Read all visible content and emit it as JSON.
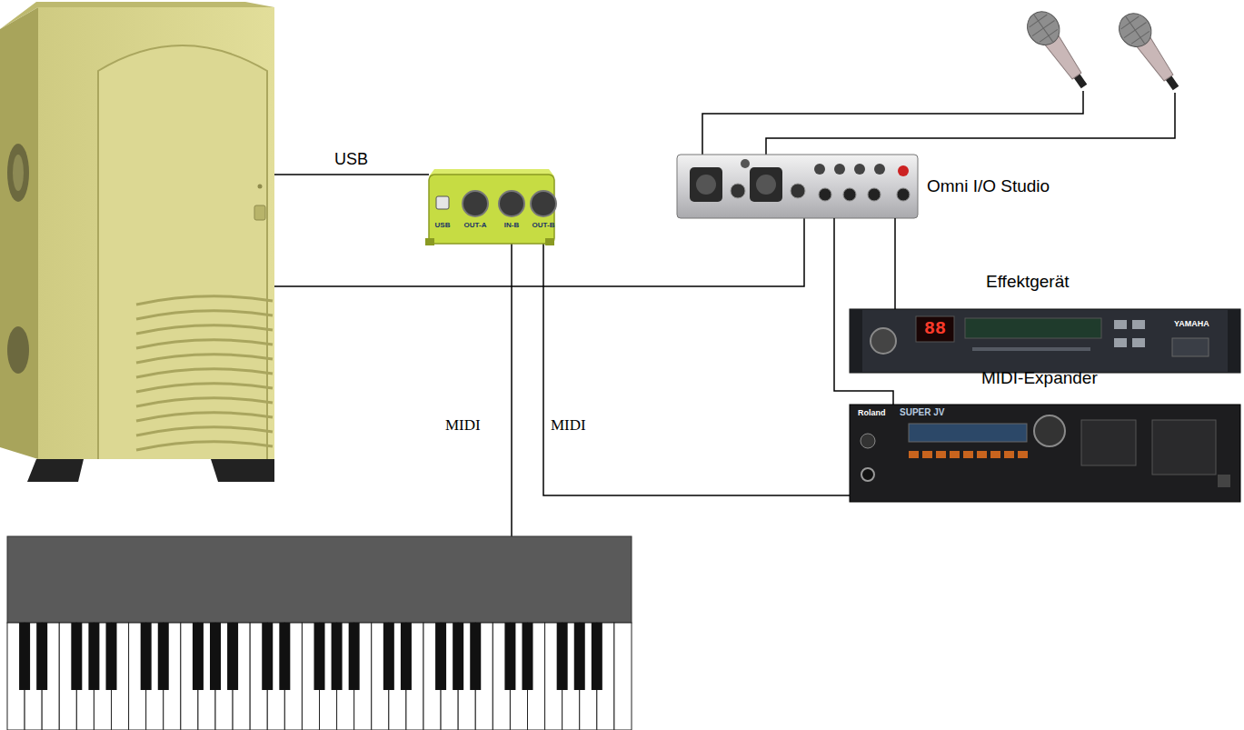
{
  "diagram": {
    "nodes": [
      {
        "text": [
          "Omni I/O Studio"
        ]
      },
      {
        "text": [
          "Effektgerät"
        ]
      },
      {
        "text": [
          "MIDI-Expander"
        ]
      }
    ],
    "edges": [
      {
        "from": 0,
        "to": 1,
        "arrow": "none"
      },
      {
        "from": 0,
        "to": 2,
        "arrow": "none"
      }
    ],
    "labels": [
      "USB",
      "USB",
      "OUT-A",
      "IN-B",
      "OUT-B",
      "MIDI",
      "MIDI",
      "88",
      "YAMAHA",
      "Roland",
      "SUPER JV"
    ]
  }
}
